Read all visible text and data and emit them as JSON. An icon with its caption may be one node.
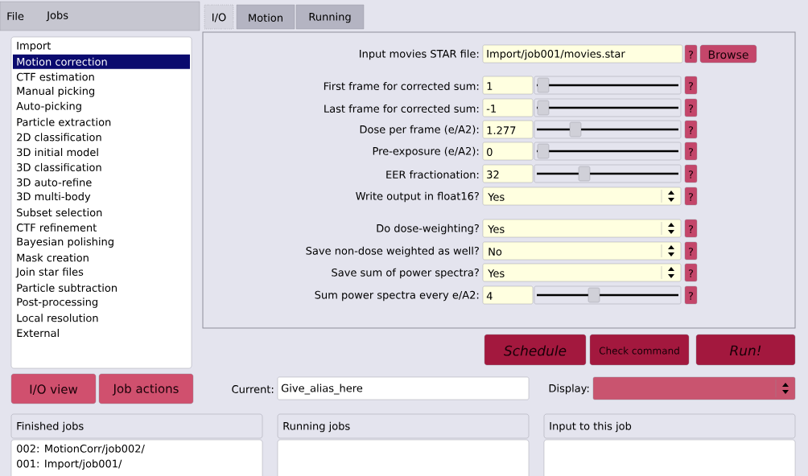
{
  "diagram": {
    "nodes": [
      {
        "text": [
          "File",
          "Jobs"
        ]
      },
      {
        "text": [
          "Import",
          "Motion correction",
          "CTF estimation",
          "Manual picking",
          "Auto-picking",
          "Particle extraction",
          "2D classification",
          "3D initial model",
          "3D classification",
          "3D auto-refine",
          "3D multi-body",
          "Subset selection",
          "CTF refinement",
          "Bayesian polishing",
          "Mask creation",
          "Join star files",
          "Particle subtraction",
          "Post-processing",
          "Local resolution",
          "External"
        ]
      },
      {
        "text": [
          "I/O"
        ]
      },
      {
        "text": [
          "Motion"
        ]
      },
      {
        "text": [
          "Running"
        ]
      },
      {
        "text": [],
        "shape": "box"
      },
      {
        "text": [
          "Import/job001/movies.star"
        ],
        "in": 5,
        "beside": [
          "Input movies STAR file:"
        ]
      },
      {
        "text": [
          "?"
        ],
        "in": 5
      },
      {
        "text": [
          "Browse"
        ],
        "in": 5
      },
      {
        "text": [
          "1"
        ],
        "in": 5,
        "beside": [
          "First frame for corrected sum:"
        ]
      },
      {
        "text": [
          "?"
        ],
        "in": 5
      },
      {
        "text": [
          "-1"
        ],
        "in": 5,
        "beside": [
          "Last frame for corrected sum:"
        ]
      },
      {
        "text": [
          "?"
        ],
        "in": 5
      },
      {
        "text": [
          "1.277"
        ],
        "in": 5,
        "beside": [
          "Dose per frame (e/A2):"
        ]
      },
      {
        "text": [
          "?"
        ],
        "in": 5
      },
      {
        "text": [
          "0"
        ],
        "in": 5,
        "beside": [
          "Pre-exposure (e/A2):"
        ]
      },
      {
        "text": [
          "?"
        ],
        "in": 5
      },
      {
        "text": [
          "32"
        ],
        "in": 5,
        "beside": [
          "EER fractionation:"
        ]
      },
      {
        "text": [
          "?"
        ],
        "in": 5
      },
      {
        "text": [
          "Yes"
        ],
        "in": 5,
        "beside": [
          "Write output in float16?"
        ]
      },
      {
        "text": [
          "?"
        ],
        "in": 5
      },
      {
        "text": [
          "Yes"
        ],
        "in": 5,
        "beside": [
          "Do dose-weighting?"
        ]
      },
      {
        "text": [
          "?"
        ],
        "in": 5
      },
      {
        "text": [
          "No"
        ],
        "in": 5,
        "beside": [
          "Save non-dose weighted as well?"
        ]
      },
      {
        "text": [
          "?"
        ],
        "in": 5
      },
      {
        "text": [
          "Yes"
        ],
        "in": 5,
        "beside": [
          "Save sum of power spectra?"
        ]
      },
      {
        "text": [
          "?"
        ],
        "in": 5
      },
      {
        "text": [
          "4"
        ],
        "in": 5,
        "beside": [
          "Sum power spectra every e/A2:"
        ]
      },
      {
        "text": [
          "?"
        ],
        "in": 5
      },
      {
        "text": [
          "Schedule"
        ]
      },
      {
        "text": [
          "Check command"
        ]
      },
      {
        "text": [
          "Run!"
        ]
      },
      {
        "text": [
          "I/O view"
        ]
      },
      {
        "text": [
          "Job actions"
        ]
      },
      {
        "text": [
          "Give_alias_here"
        ],
        "beside": [
          "Current:"
        ]
      },
      {
        "text": [],
        "shape": "box",
        "beside": [
          "Display:"
        ]
      },
      {
        "text": [
          "Finished jobs"
        ]
      },
      {
        "text": [
          "002: MotionCorr/job002/",
          "001: Import/job001/"
        ]
      },
      {
        "text": [
          "Running jobs"
        ]
      },
      {
        "text": [],
        "shape": "box"
      },
      {
        "text": [
          "Input to this job"
        ]
      },
      {
        "text": [],
        "shape": "box"
      }
    ]
  }
}
